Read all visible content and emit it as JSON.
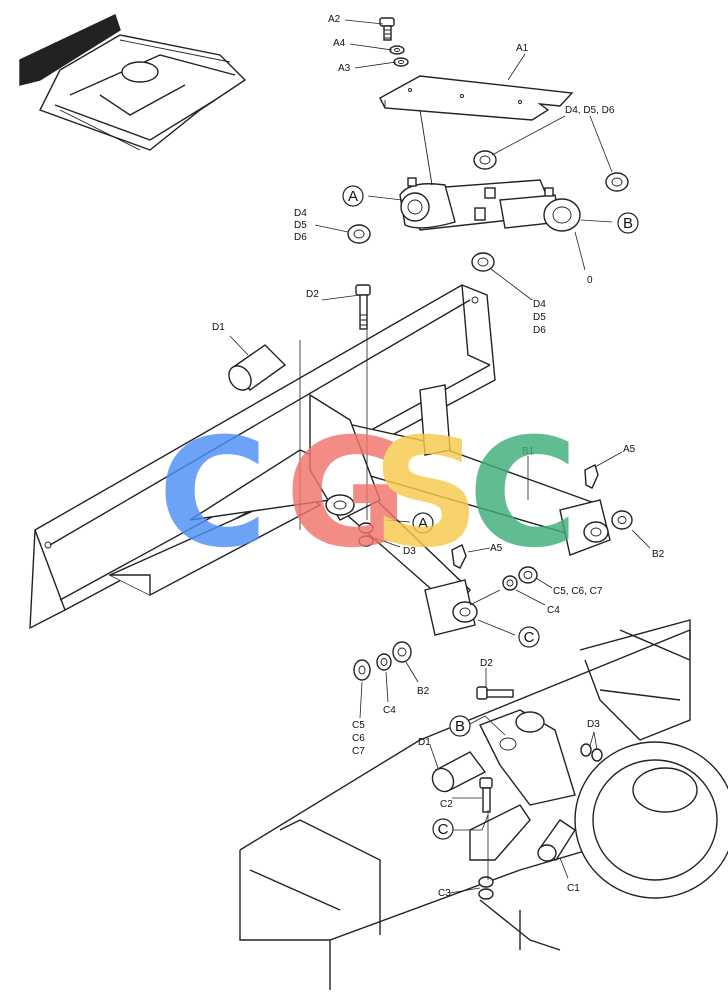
{
  "labels": {
    "a2": "A2",
    "a4": "A4",
    "a3": "A3",
    "a1": "A1",
    "d4_d5_d6_top": "D4, D5, D6",
    "d4_left": "D4",
    "d5_left": "D5",
    "d6_left": "D6",
    "zero": "0",
    "d4_mid": "D4",
    "d5_mid": "D5",
    "d6_mid": "D6",
    "d2_top": "D2",
    "d1_top": "D1",
    "b1": "B1",
    "a5_right": "A5",
    "b2_right": "B2",
    "d3_mid": "D3",
    "a5_mid": "A5",
    "c5_c6_c7_right": "C5, C6, C7",
    "c4_right": "C4",
    "b2_left": "B2",
    "c4_left": "C4",
    "c5_left": "C5",
    "c6_left": "C6",
    "c7_left": "C7",
    "d2_bottom": "D2",
    "d3_bottom": "D3",
    "d1_bottom": "D1",
    "c2": "C2",
    "c3": "C3",
    "c1": "C1"
  },
  "callouts": {
    "a_top": "A",
    "b_top": "B",
    "a_mid": "A",
    "c_mid": "C",
    "b_bottom": "B",
    "c_bottom": "C"
  },
  "watermark": {
    "letters": [
      "C",
      "G",
      "S",
      "C"
    ],
    "colors": [
      "#4d8ff5",
      "#f0746a",
      "#f7c94a",
      "#3fae7a"
    ]
  }
}
